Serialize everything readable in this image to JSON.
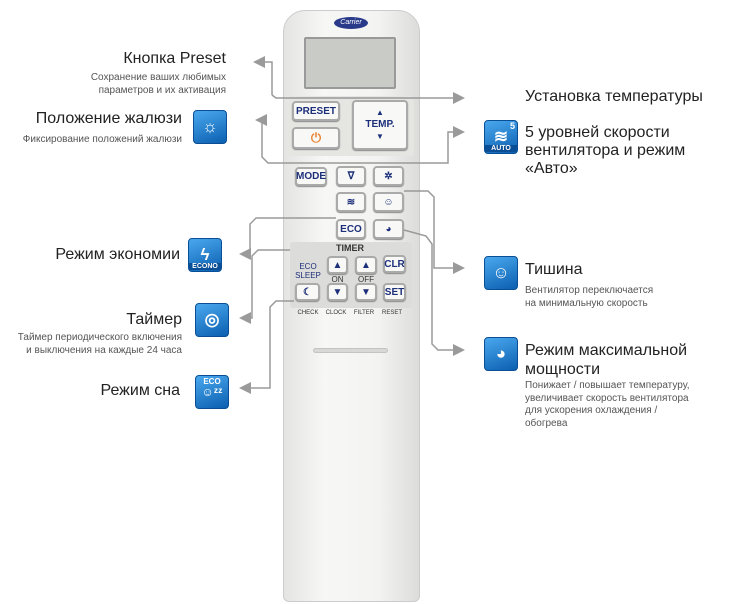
{
  "remote": {
    "brand": "Carrier",
    "buttons": {
      "preset": "PRESET",
      "power": "⏻",
      "temp": "TEMP.",
      "temp_up": "▲",
      "temp_down": "▼",
      "mode": "MODE",
      "swing": "ᐁ",
      "fan": "✲",
      "louver": "≋",
      "quiet": "☺",
      "eco": "ECO",
      "turbo": "◕",
      "on_up": "▲",
      "off_up": "▲",
      "on_down": "▼",
      "off_down": "▼",
      "clr": "CLR",
      "set": "SET",
      "sleep": "☾"
    },
    "timer_label": "TIMER",
    "eco_sleep": "ECO SLEEP",
    "on": "ON",
    "off": "OFF",
    "bottom_labels": [
      "CHECK",
      "CLOCK",
      "FILTER",
      "RESET"
    ]
  },
  "features": {
    "preset": {
      "title": "Кнопка Preset",
      "desc": [
        "Сохранение ваших любимых",
        "параметров и их активация"
      ]
    },
    "louver": {
      "title": "Положение жалюзи",
      "desc": [
        "Фиксирование положений жалюзи"
      ]
    },
    "temp": {
      "title": "Установка температуры"
    },
    "fan": {
      "title": [
        "5 уровней скорости",
        "вентилятора и режим",
        "«Авто»"
      ],
      "icon_badge": "AUTO",
      "icon_num": "5"
    },
    "econo": {
      "title": "Режим экономии",
      "icon_badge": "ECONO"
    },
    "quiet": {
      "title": "Тишина",
      "desc": [
        "Вентилятор переключается",
        "на минимальную скорость"
      ]
    },
    "timer": {
      "title": "Таймер",
      "desc": [
        "Таймер периодического включения",
        "и выключения на каждые 24 часа"
      ]
    },
    "turbo": {
      "title": [
        "Режим максимальной",
        "мощности"
      ],
      "desc": [
        "Понижает / повышает температуру,",
        "увеличивает скорость вентилятора",
        "для ускорения охлаждения /",
        "обогрева"
      ]
    },
    "sleep": {
      "title": "Режим сна",
      "icon_badge": "ECO"
    }
  },
  "colors": {
    "icon_blue": "#1a7fd0",
    "line": "#9a9a9a",
    "button_text": "#1c2f7a",
    "power": "#e8883a"
  }
}
